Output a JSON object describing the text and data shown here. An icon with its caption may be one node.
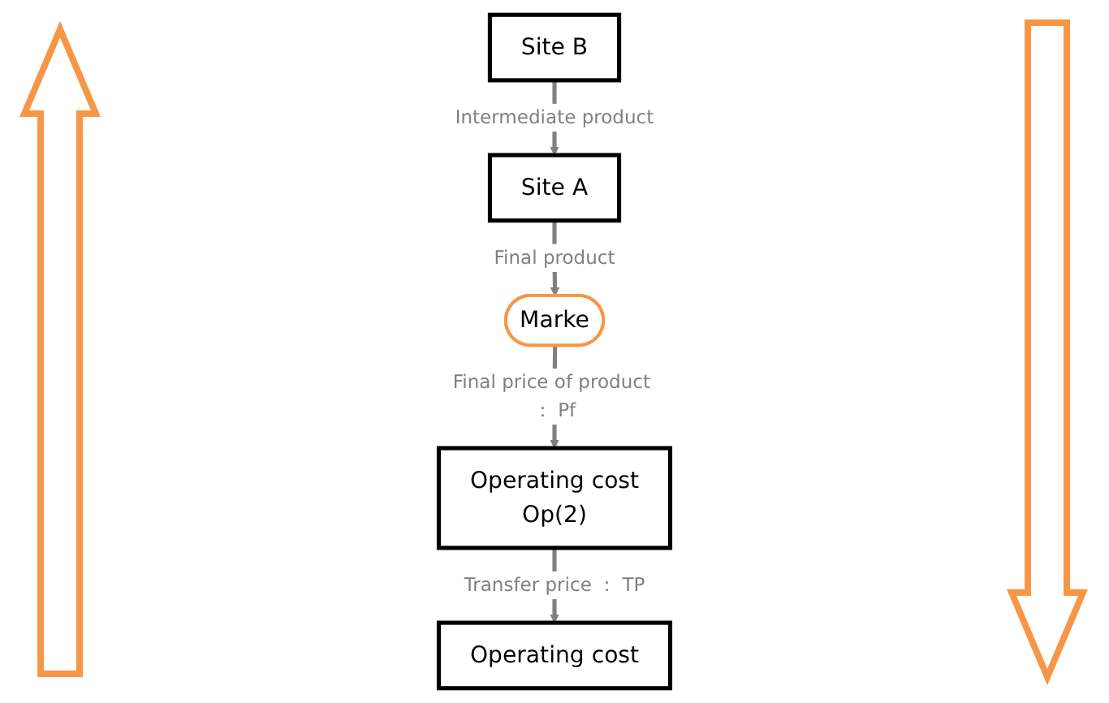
{
  "diagram": {
    "nodes": [
      {
        "text": [
          "Operating cost"
        ]
      },
      {
        "text": [
          "Site B"
        ]
      },
      {
        "text": [
          "Operating cost",
          "Op(2)"
        ]
      },
      {
        "text": [
          "Site A"
        ]
      },
      {
        "text": [
          "Marke"
        ]
      }
    ],
    "edges": [
      {
        "from": 1,
        "to": 3,
        "arrow": "to",
        "label": "Intermediate product"
      },
      {
        "from": 3,
        "to": 4,
        "arrow": "to",
        "label": "Final product"
      },
      {
        "from": 4,
        "to": 2,
        "arrow": "to",
        "label": "Final price of product ： Pf"
      },
      {
        "from": 2,
        "to": 0,
        "arrow": "to",
        "label": "Transfer price ： TP"
      }
    ]
  }
}
